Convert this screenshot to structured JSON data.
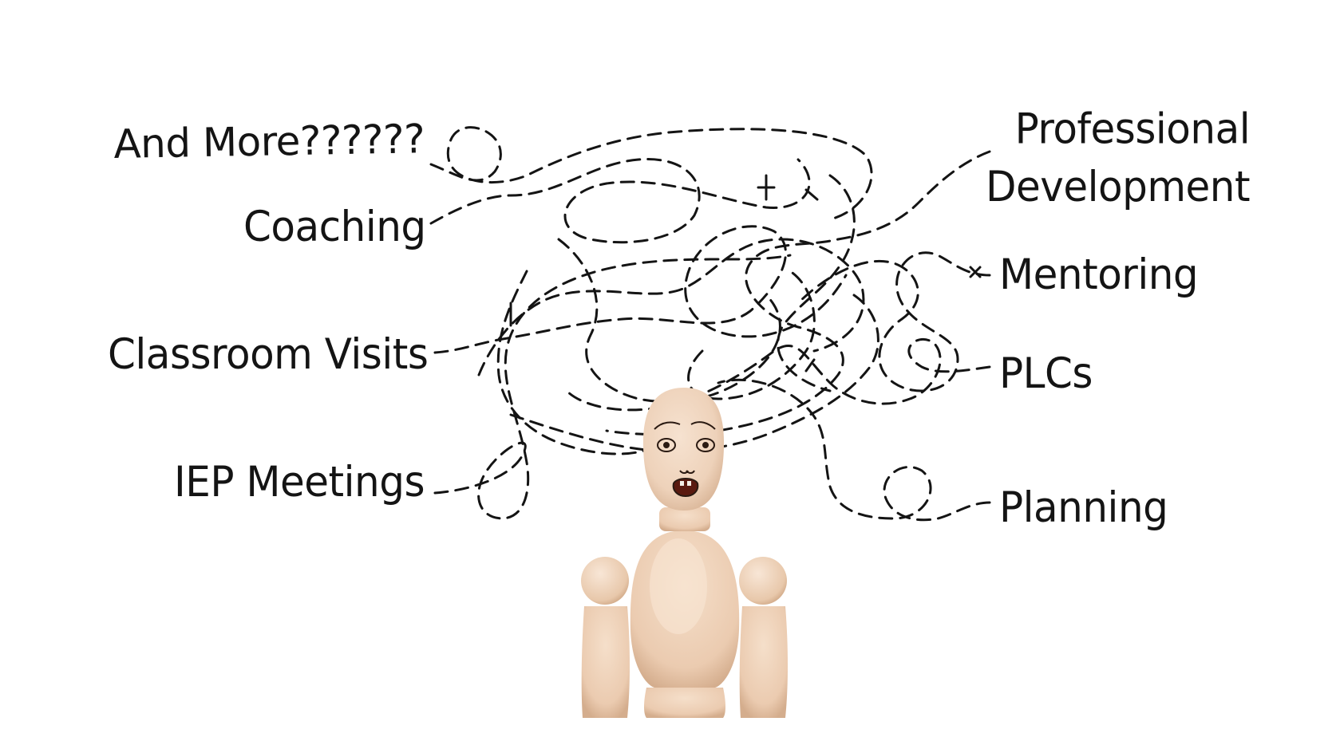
{
  "labels": {
    "and_more": "And More??????",
    "coaching": "Coaching",
    "classroom_visits": "Classroom Visits",
    "iep_meetings": "IEP Meetings",
    "professional_line1": "Professional",
    "professional_line2": "Development",
    "mentoring": "Mentoring",
    "plcs": "PLCs",
    "planning": "Planning"
  },
  "colors": {
    "background": "#ffffff",
    "ink": "#141414",
    "wood": "#f0d6c0",
    "wood_shade": "#d9b597",
    "mouth": "#5a1a10"
  },
  "figure": {
    "subject": "wooden-mannequin",
    "expression": "anxious"
  }
}
